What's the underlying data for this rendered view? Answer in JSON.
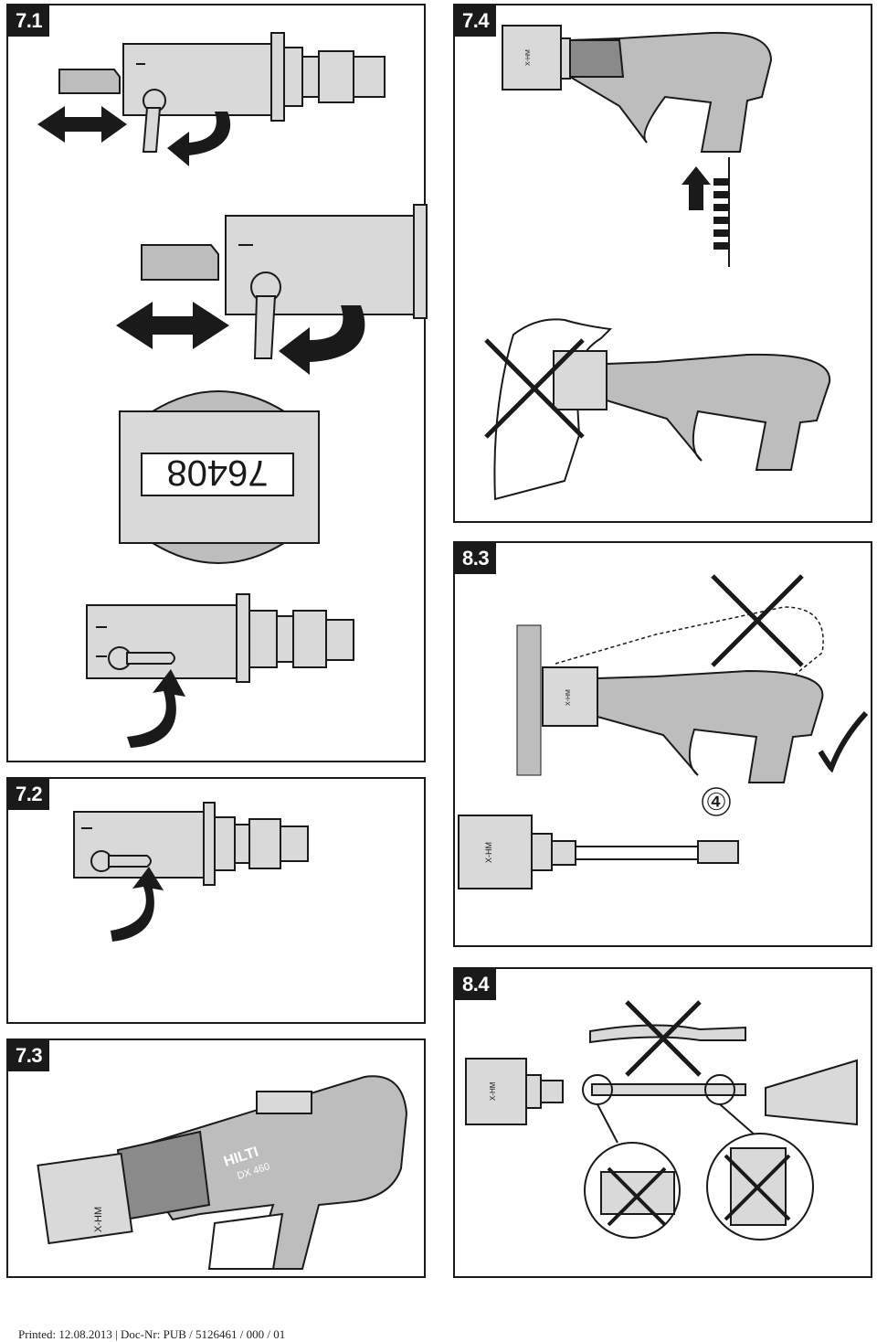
{
  "panels": {
    "p71": {
      "label": "7.1",
      "counter_digits": "76408"
    },
    "p72": {
      "label": "7.2"
    },
    "p73": {
      "label": "7.3",
      "gun_brand": "HILTI",
      "gun_model": "DX 460",
      "magazine_label": "X-HM"
    },
    "p74": {
      "label": "7.4",
      "magazine_label": "X-HM"
    },
    "p83": {
      "label": "8.3",
      "circled_number": "④",
      "magazine_label": "X-HM"
    },
    "p84": {
      "label": "8.4",
      "magazine_label": "X-HM"
    }
  },
  "footer": {
    "text": "Printed: 12.08.2013 | Doc-Nr: PUB / 5126461 / 000 / 01"
  },
  "colors": {
    "ink": "#1a1a1a",
    "gray_light": "#d9d9d9",
    "gray_mid": "#bdbdbd",
    "gray_dark": "#8a8a8a"
  }
}
